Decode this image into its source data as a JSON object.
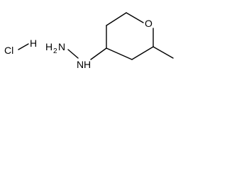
{
  "molecule": {
    "salt": {
      "chlorine_label": "Cl",
      "hydrogen_label": "H"
    },
    "hydrazine": {
      "nh2_label": "H2N",
      "nh2_h": "H",
      "nh2_subscript": "2",
      "nh2_n": "N",
      "nh_label": "H",
      "nh_n": "N"
    },
    "ring": {
      "oxygen_label": "O"
    }
  }
}
